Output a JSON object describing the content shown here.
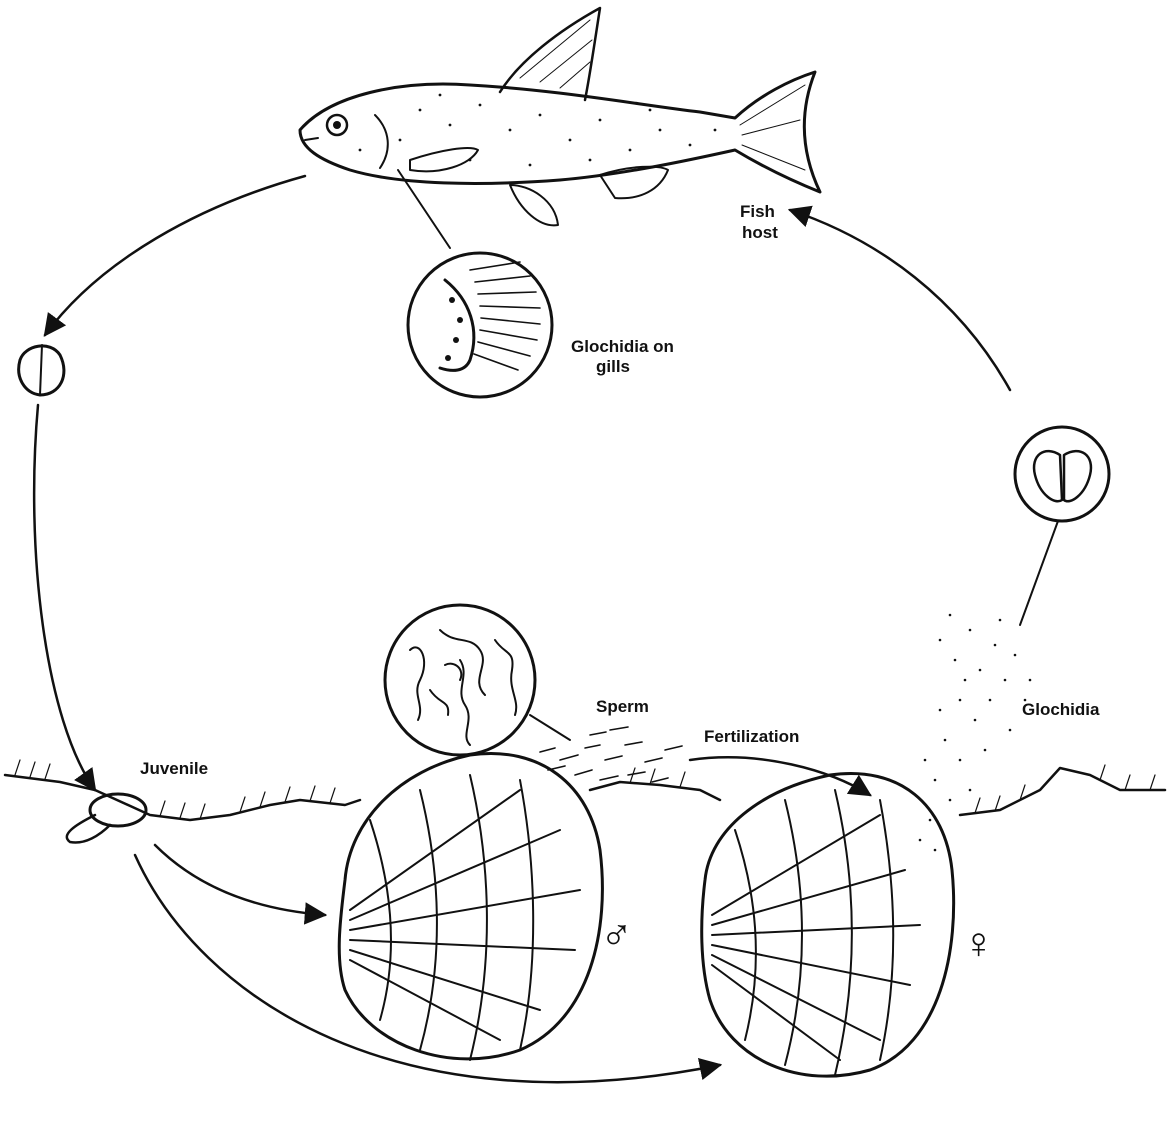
{
  "labels": {
    "fish_host_line1": "Fish",
    "fish_host_line2": "host",
    "glochidia_on_gills_line1": "Glochidia on",
    "glochidia_on_gills_line2": "gills",
    "glochidia": "Glochidia",
    "sperm": "Sperm",
    "fertilization": "Fertilization",
    "juvenile": "Juvenile",
    "male_symbol": "♂",
    "female_symbol": "♀"
  },
  "colors": {
    "ink": "#111111",
    "background": "#ffffff"
  }
}
